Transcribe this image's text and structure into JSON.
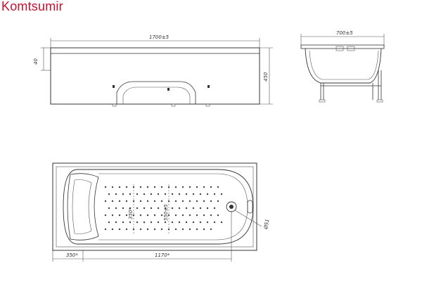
{
  "brand": "Komtsumir",
  "dimensions": {
    "front_width": "1700±5",
    "front_rim": "40",
    "front_height": "450",
    "side_width": "700±5",
    "inner_width": "350*",
    "inner_length": "550±5",
    "left_offset": "350*",
    "drain_distance": "1170*",
    "drain_diameter": "Ø51"
  },
  "colors": {
    "brand": "#c8102e",
    "line": "#333333"
  }
}
